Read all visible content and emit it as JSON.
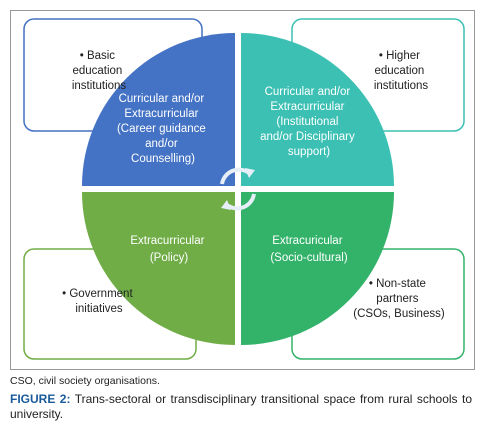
{
  "diagram": {
    "boxes": {
      "top_left": [
        "• Basic",
        "education",
        "institutions"
      ],
      "top_right": [
        "• Higher",
        "education",
        "institutions"
      ],
      "bottom_left": [
        "• Government",
        "initiatives"
      ],
      "bottom_right": [
        "• Non-state",
        "partners",
        "(CSOs, Business)"
      ]
    },
    "quadrants": {
      "top_left": [
        "Curricular and/or",
        "Extracurricular",
        "(Career guidance",
        "and/or",
        "Counselling)"
      ],
      "top_right": [
        "Curricular and/or",
        "Extracurricular",
        "(Institutional",
        "and/or Disciplinary",
        "support)"
      ],
      "bottom_left": [
        "Extracurricular",
        "(Policy)"
      ],
      "bottom_right": [
        "Extracuricular",
        "(Socio-cultural)"
      ]
    },
    "colors": {
      "top_left": "#4472c4",
      "top_right": "#3cc0b4",
      "bottom_left": "#70ad47",
      "bottom_right": "#33b36a",
      "box_top_left": "#4472c4",
      "box_top_right": "#3cc0b4",
      "box_bottom_left": "#70ad47",
      "box_bottom_right": "#33b36a"
    }
  },
  "note": "CSO, civil society organisations.",
  "caption": {
    "label": "FIGURE 2:",
    "text": " Trans-sectoral or transdisciplinary transitional space from rural schools to university."
  }
}
